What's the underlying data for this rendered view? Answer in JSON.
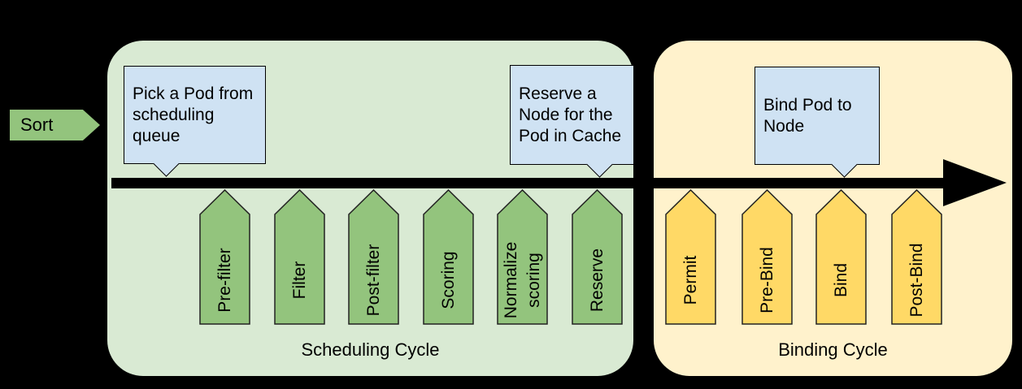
{
  "colors": {
    "background": "#000000",
    "scheduling_bg": "#d9ead3",
    "binding_bg": "#fff2cc",
    "green_arrow": "#93c47d",
    "yellow_arrow": "#ffd966",
    "callout_bg": "#cfe2f3",
    "timeline_black": "#000000",
    "text": "#000000"
  },
  "sort": {
    "label": "Sort"
  },
  "scheduling": {
    "title": "Scheduling Cycle",
    "stages": [
      "Pre-filter",
      "Filter",
      "Post-filter",
      "Scoring",
      "Normalize\nscoring",
      "Reserve"
    ]
  },
  "binding": {
    "title": "Binding Cycle",
    "stages": [
      "Permit",
      "Pre-Bind",
      "Bind",
      "Post-Bind"
    ]
  },
  "callouts": {
    "pick_pod": "Pick a Pod from\nscheduling\nqueue",
    "reserve_node": "Reserve a\nNode for the\nPod in Cache",
    "bind_pod": "Bind Pod to\nNode"
  }
}
